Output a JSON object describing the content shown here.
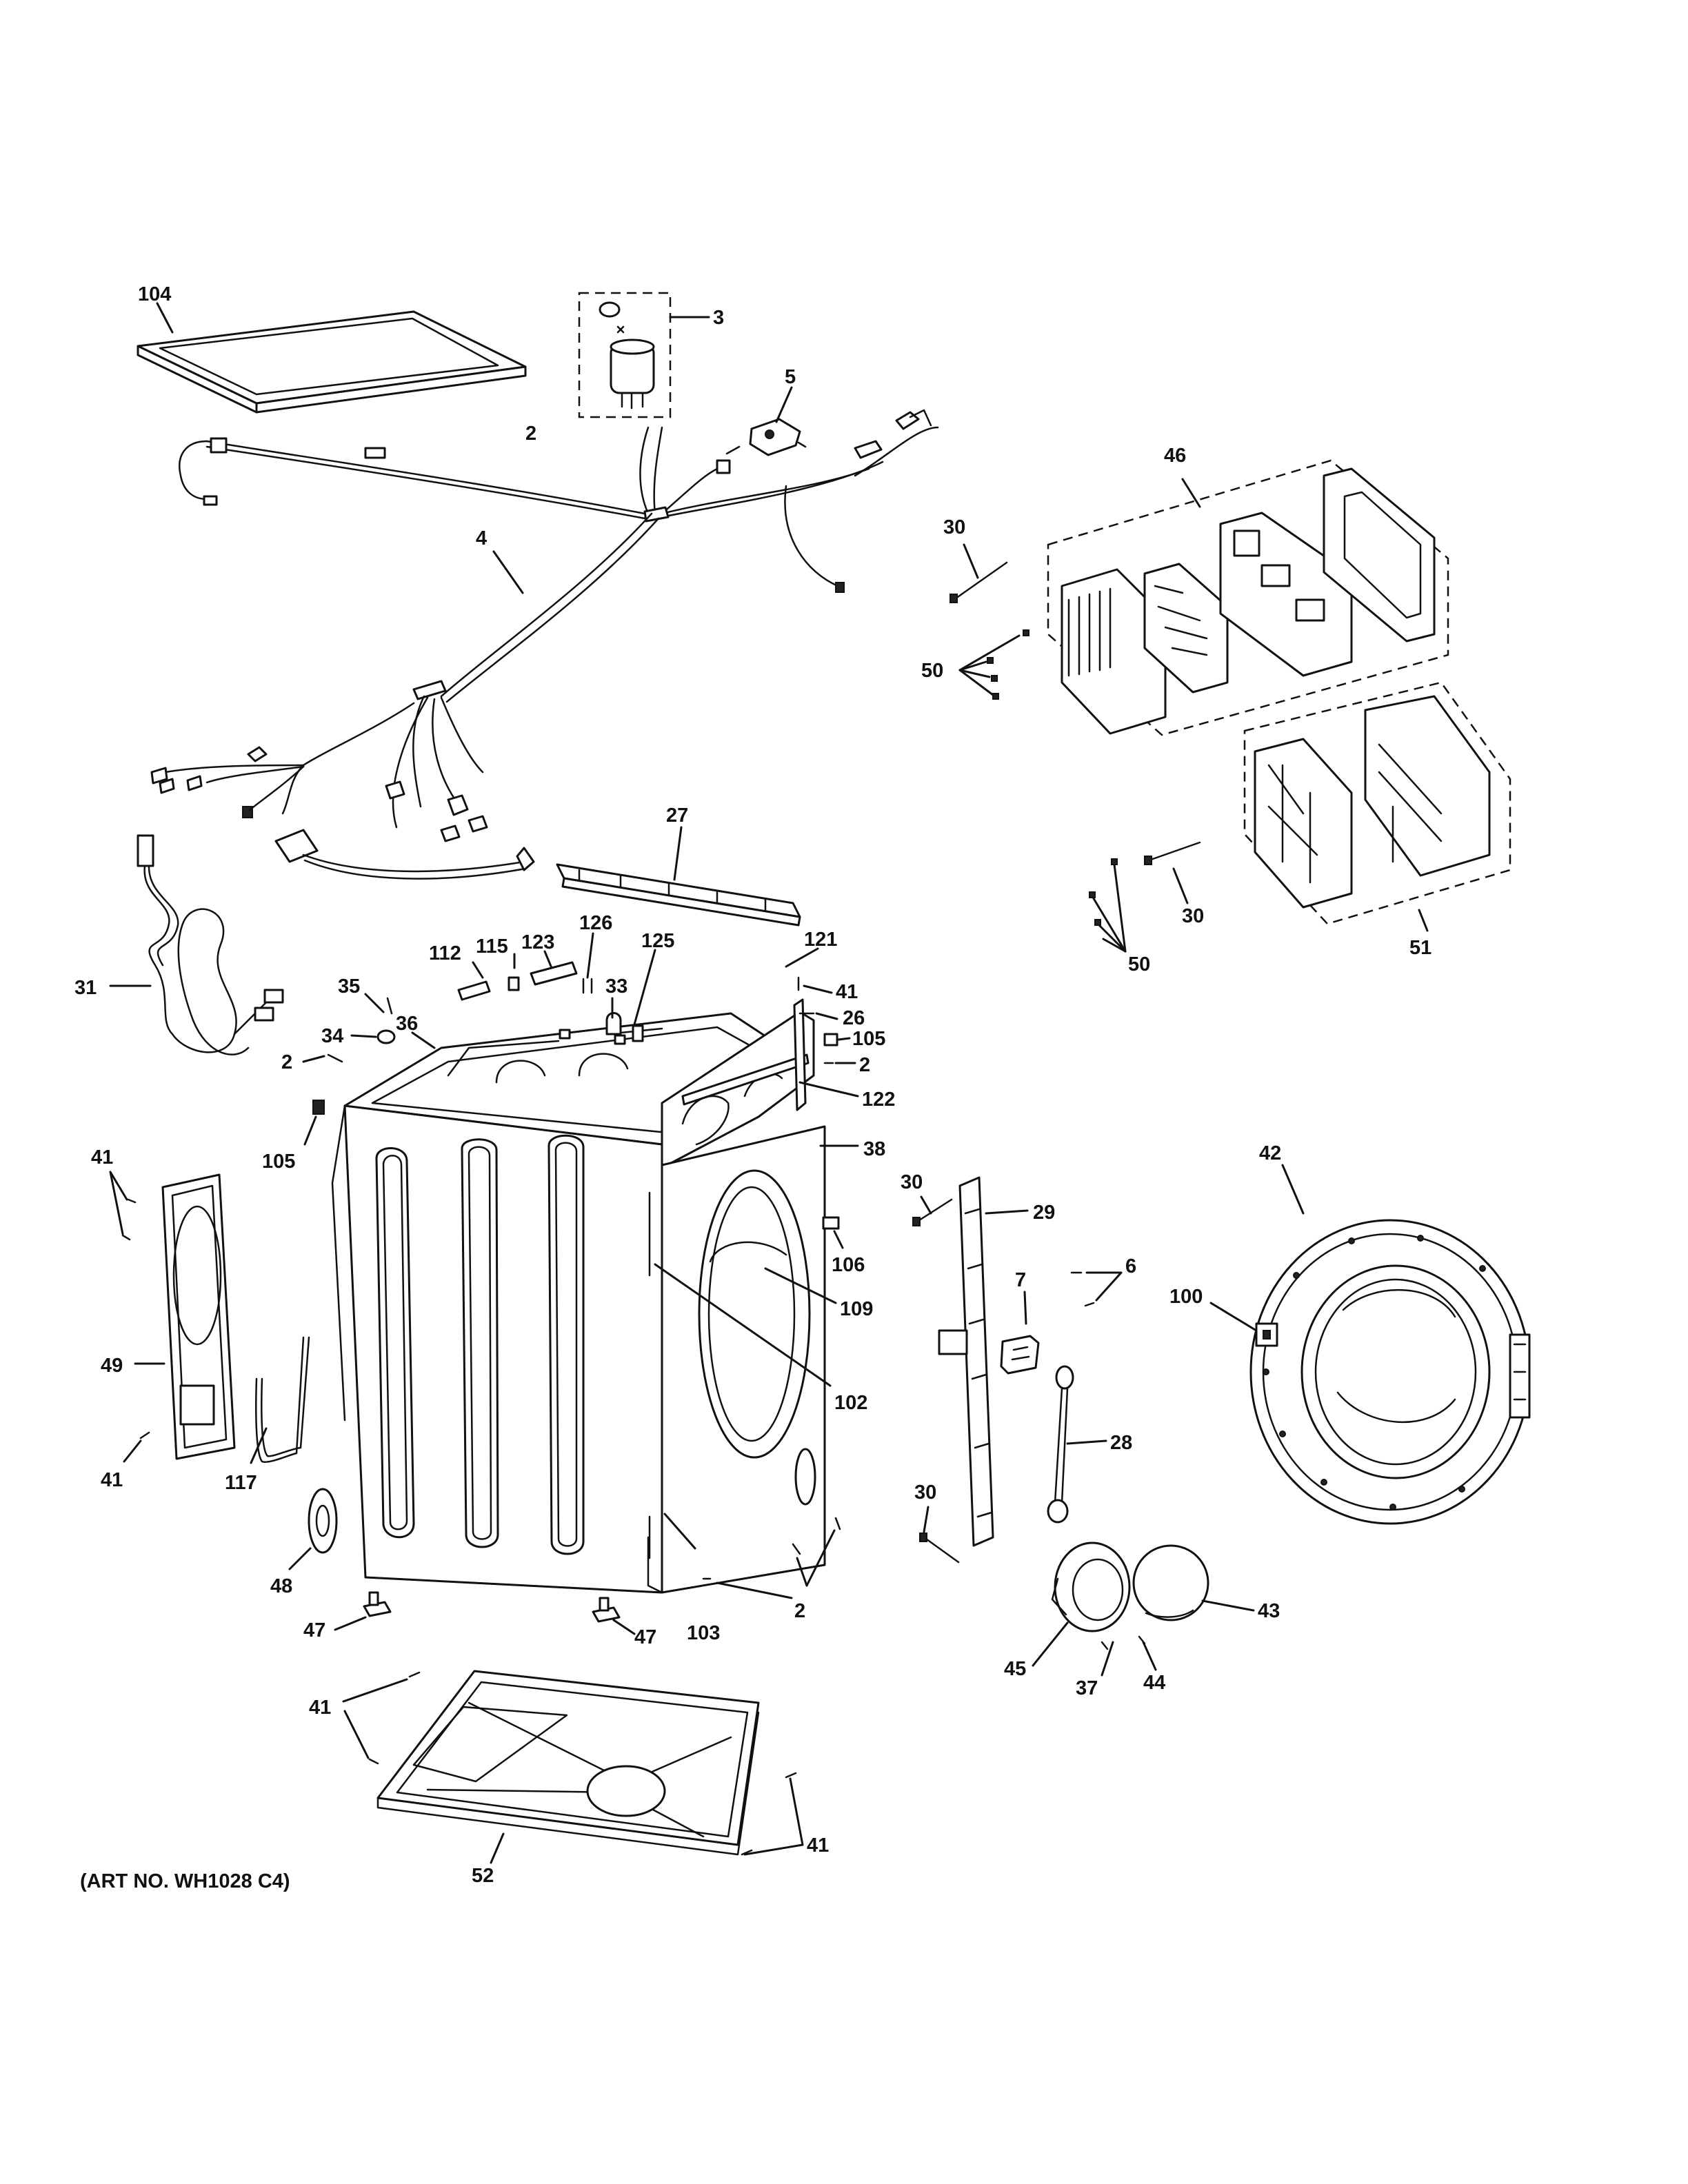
{
  "art_number": "(ART NO. WH1028 C4)",
  "callouts": {
    "c104": "104",
    "c3": "3",
    "c2a": "2",
    "c5": "5",
    "c46": "46",
    "c4": "4",
    "c30a": "30",
    "c50a": "50",
    "c27": "27",
    "c30b": "30",
    "c50b": "50",
    "c51": "51",
    "c31": "31",
    "c35": "35",
    "c34": "34",
    "c2b": "2",
    "c105a": "105",
    "c112": "112",
    "c115": "115",
    "c123": "123",
    "c126": "126",
    "c36": "36",
    "c33": "33",
    "c125": "125",
    "c121": "121",
    "c41a": "41",
    "c26": "26",
    "c105b": "105",
    "c2c": "2",
    "c122": "122",
    "c38": "38",
    "c41b": "41",
    "c49": "49",
    "c41c": "41",
    "c117": "117",
    "c48": "48",
    "c47a": "47",
    "c47b": "47",
    "c103": "103",
    "c102": "102",
    "c109": "109",
    "c106": "106",
    "c30c": "30",
    "c29": "29",
    "c7": "7",
    "c6": "6",
    "c28": "28",
    "c30d": "30",
    "c2d": "2",
    "c45": "45",
    "c37": "37",
    "c44": "44",
    "c43": "43",
    "c42": "42",
    "c100": "100",
    "c41d": "41",
    "c52": "52",
    "c41e": "41"
  }
}
